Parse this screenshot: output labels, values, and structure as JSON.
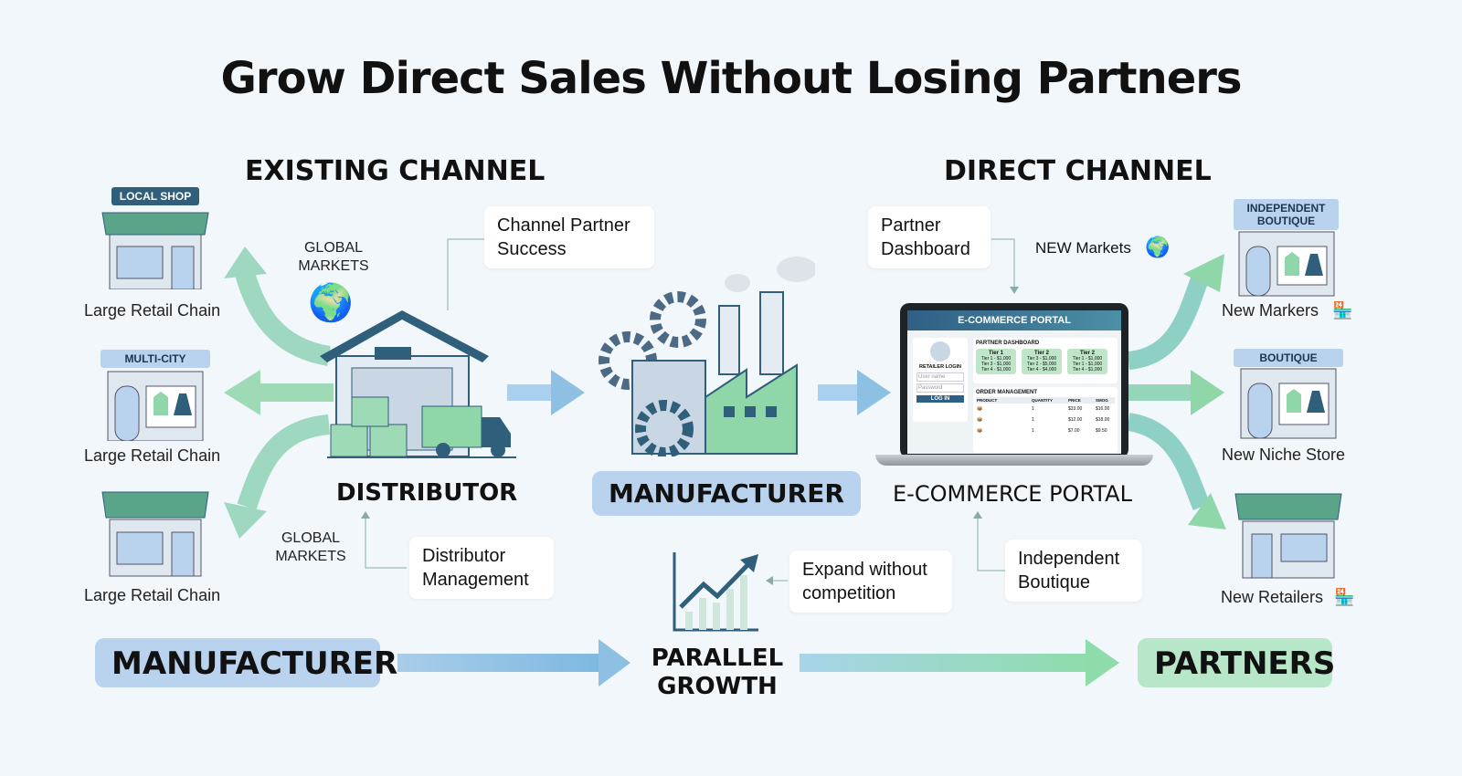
{
  "title": "Grow Direct Sales Without Losing Partners",
  "existing_channel": {
    "heading": "EXISTING CHANNEL",
    "stores": [
      {
        "sign": "LOCAL SHOP",
        "label": "Large Retail Chain"
      },
      {
        "sign": "MULTI-CITY",
        "label": "Large Retail Chain"
      },
      {
        "label": "Large Retail Chain"
      }
    ],
    "global_markets_top": "GLOBAL MARKETS",
    "global_markets_bottom": "GLOBAL MARKETS",
    "channel_partner_card": "Channel Partner Success",
    "distributor_card": "Distributor Management",
    "distributor_label": "DISTRIBUTOR"
  },
  "manufacturer_label": "MANUFACTURER",
  "direct_channel": {
    "heading": "DIRECT CHANNEL",
    "partner_dashboard_card": "Partner Dashboard",
    "new_markets": "NEW Markets",
    "portal_label": "E-COMMERCE PORTAL",
    "independent_boutique_card": "Independent Boutique",
    "stores": [
      {
        "sign": "INDEPENDENT BOUTIQUE",
        "label": "New Markers"
      },
      {
        "sign": "BOUTIQUE",
        "label": "New Niche Store"
      },
      {
        "label": "New Retailers"
      }
    ]
  },
  "screen": {
    "header": "E-COMMERCE PORTAL",
    "login_title": "RETAILER LOGIN",
    "username_placeholder": "User name",
    "password_placeholder": "Password",
    "login_button": "LOG IN",
    "dashboard_title": "PARTNER DASHBOARD",
    "tiers": [
      {
        "name": "Tier 1",
        "lines": [
          "Tier 1 - $1,000",
          "Tier 3 - $1,000",
          "Tier 4 - $1,000"
        ]
      },
      {
        "name": "Tier 2",
        "lines": [
          "Tier 3 - $1,000",
          "Tier 2 - $5,000",
          "Tier 4 - $4,000"
        ]
      },
      {
        "name": "Tier 2",
        "lines": [
          "Tier 1 - $1,000",
          "Tier 1 - $1,000",
          "Tier 4 - $1,000"
        ]
      }
    ],
    "orders_title": "ORDER MANAGEMENT",
    "columns": [
      "PRODUCT",
      "QUANTITY",
      "PRICE",
      "SMOG"
    ],
    "rows": [
      {
        "qty": "1",
        "price": "$33.00",
        "total": "$16.00"
      },
      {
        "qty": "1",
        "price": "$12.00",
        "total": "$18.00"
      },
      {
        "qty": "1",
        "price": "$7.00",
        "total": "$9.50"
      }
    ]
  },
  "growth": {
    "expand_card": "Expand without competition",
    "left_pill": "MANUFACTURER",
    "center_line1": "PARALLEL",
    "center_line2": "GROWTH",
    "right_pill": "PARTNERS"
  },
  "colors": {
    "blue_pill": "#b9d3ee",
    "green_pill": "#b8e6c8",
    "arrow_blue": "#8ec0e4",
    "arrow_green": "#8fd6a8",
    "dark": "#2f5f7a"
  }
}
